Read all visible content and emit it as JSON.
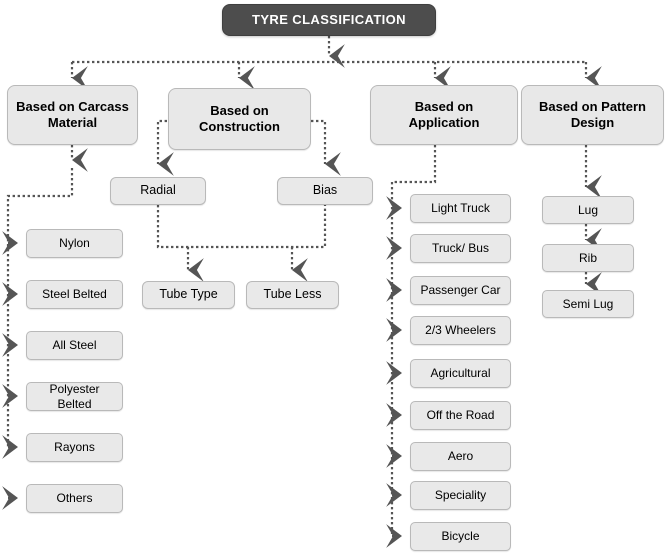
{
  "diagram": {
    "title": "TYRE CLASSIFICATION",
    "colors": {
      "title_fill": "#4d4d4d",
      "title_text": "#ffffff",
      "node_fill": "#e8e8e8",
      "node_border": "#b9b9b9",
      "connector": "#555555",
      "background": "#ffffff"
    },
    "categories": [
      {
        "id": "carcass",
        "label": "Based on Carcass Material",
        "line1": "Based on Carcass",
        "line2": "Material",
        "children": [
          {
            "label": "Nylon"
          },
          {
            "label": "Steel Belted"
          },
          {
            "label": "All Steel"
          },
          {
            "label": "Polyester Belted"
          },
          {
            "label": "Rayons"
          },
          {
            "label": "Others"
          }
        ]
      },
      {
        "id": "construction",
        "label": "Based on Construction",
        "line1": "Based on",
        "line2": "Construction",
        "children": [
          {
            "label": "Radial"
          },
          {
            "label": "Bias"
          }
        ],
        "grandchildren": [
          {
            "label": "Tube Type"
          },
          {
            "label": "Tube Less"
          }
        ]
      },
      {
        "id": "application",
        "label": "Based on Application",
        "line1": "Based on",
        "line2": "Application",
        "children": [
          {
            "label": "Light Truck"
          },
          {
            "label": "Truck/ Bus"
          },
          {
            "label": "Passenger Car"
          },
          {
            "label": "2/3 Wheelers"
          },
          {
            "label": "Agricultural"
          },
          {
            "label": "Off the Road"
          },
          {
            "label": "Aero"
          },
          {
            "label": "Speciality"
          },
          {
            "label": "Bicycle"
          }
        ]
      },
      {
        "id": "pattern",
        "label": "Based on Pattern Design",
        "line1": "Based on Pattern",
        "line2": "Design",
        "children": [
          {
            "label": "Lug"
          },
          {
            "label": "Rib"
          },
          {
            "label": "Semi Lug"
          }
        ]
      }
    ]
  }
}
